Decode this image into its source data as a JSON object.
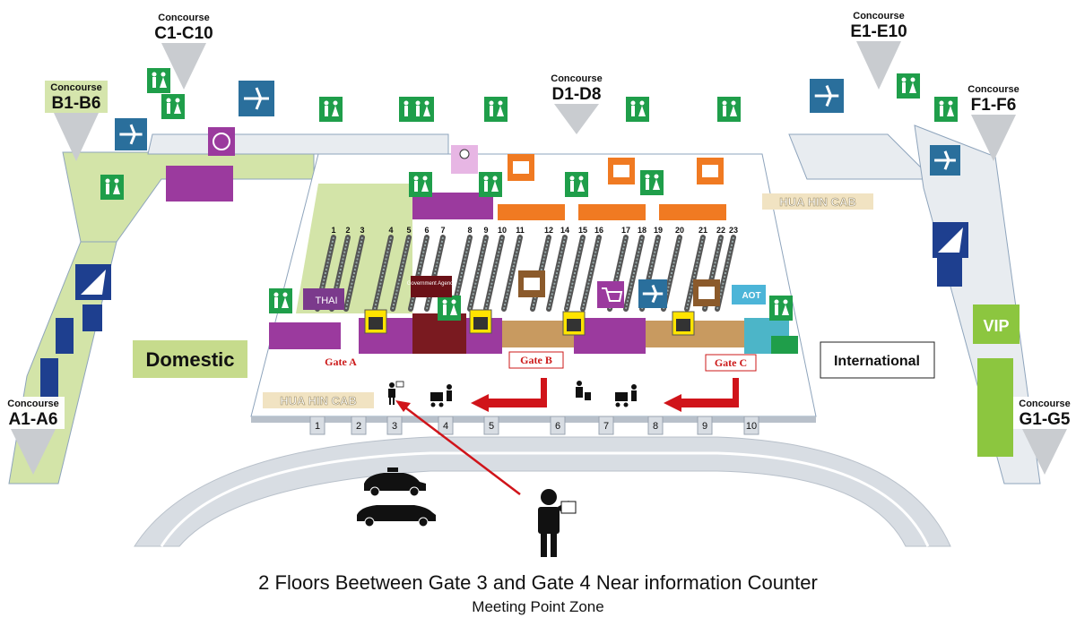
{
  "concourses": [
    {
      "id": "c1",
      "heading": "Concourse",
      "range": "C1-C10"
    },
    {
      "id": "b1",
      "heading": "Concourse",
      "range": "B1-B6"
    },
    {
      "id": "d1",
      "heading": "Concourse",
      "range": "D1-D8"
    },
    {
      "id": "e1",
      "heading": "Concourse",
      "range": "E1-E10"
    },
    {
      "id": "f1",
      "heading": "Concourse",
      "range": "F1-F6"
    },
    {
      "id": "a1",
      "heading": "Concourse",
      "range": "A1-A6"
    },
    {
      "id": "g1",
      "heading": "Concourse",
      "range": "G1-G5"
    }
  ],
  "zones": {
    "domestic": "Domestic",
    "international": "International",
    "vip": "VIP"
  },
  "gates": {
    "a": "Gate A",
    "b": "Gate B",
    "c": "Gate C"
  },
  "taxi_brand": {
    "top": "HUA HIN CAB",
    "bottom": "HUA HIN CAB"
  },
  "signs": {
    "government": "Government Agency",
    "thai": "THAI",
    "aot": "AOT"
  },
  "counters": [
    "1",
    "2",
    "3",
    "4",
    "5",
    "6",
    "7",
    "8",
    "9",
    "10",
    "11",
    "12",
    "14",
    "15",
    "16",
    "17",
    "18",
    "19",
    "20",
    "21",
    "22",
    "23"
  ],
  "doors": [
    "1",
    "2",
    "3",
    "4",
    "5",
    "6",
    "7",
    "8",
    "9",
    "10"
  ],
  "caption": {
    "line1": "2 Floors Beetween Gate 3 and Gate 4  Near information Counter",
    "line2": "Meeting Point Zone"
  },
  "colors": {
    "floor": "#d3e4a8",
    "rail": "#8ea4bc",
    "restroom": "#1f9e4a",
    "airline": "#2a6f9c",
    "retail": "#9b3a9e",
    "info": "#f07a22",
    "elevator": "#ffe400",
    "vip": "#8cc63f",
    "arrow": "#d0141a",
    "road": "#d8dde3"
  }
}
